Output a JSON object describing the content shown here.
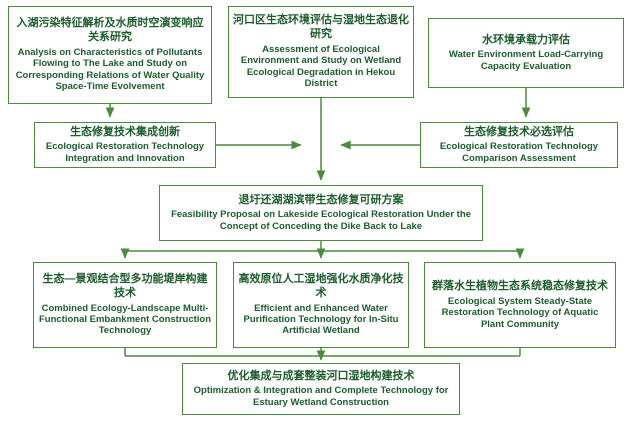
{
  "theme": {
    "bg": "#ffffff",
    "border": "#4c8a3e",
    "text": "#1d5c2c",
    "arrow": "#4c8a3e"
  },
  "nodes": {
    "pollutant_analysis": {
      "zh": "入湖污染特征解析及水质时空演变响应关系研究",
      "en": "Analysis on Characteristics of Pollutants Flowing to The Lake and Study on Corresponding Relations of Water Quality Space-Time Evolvement"
    },
    "ecological_assessment": {
      "zh": "河口区生态环境评估与湿地生态退化研究",
      "en": "Assessment of Ecological Environment and Study on Wetland Ecological Degradation in Hekou District"
    },
    "water_capacity": {
      "zh": "水环境承载力评估",
      "en": "Water Environment Load-Carrying Capacity Evaluation"
    },
    "tech_integration": {
      "zh": "生态修复技术集成创新",
      "en": "Ecological Restoration Technology Integration and Innovation"
    },
    "tech_comparison": {
      "zh": "生态修复技术必选评估",
      "en": "Ecological Restoration Technology Comparison Assessment"
    },
    "feasibility": {
      "zh": "退圩还湖湖滨带生态修复可研方案",
      "en": "Feasibility Proposal on Lakeside Ecological Restoration Under the Concept of Conceding the Dike Back to Lake"
    },
    "embankment": {
      "zh": "生态—景观结合型多功能堤岸构建技术",
      "en": "Combined Ecology-Landscape Multi-Functional Embankment Construction Technology"
    },
    "purification": {
      "zh": "高效原位人工湿地强化水质净化技术",
      "en": "Efficient and Enhanced Water Purification Technology for In-Situ Artificial Wetland"
    },
    "aquatic_plant": {
      "zh": "群落水生植物生态系统稳态修复技术",
      "en": "Ecological System Steady-State Restoration Technology of Aquatic Plant Community"
    },
    "estuary_wetland": {
      "zh": "优化集成与成套整装河口湿地构建技术",
      "en": "Optimization & Integration and Complete Technology for Estuary Wetland Construction"
    }
  }
}
